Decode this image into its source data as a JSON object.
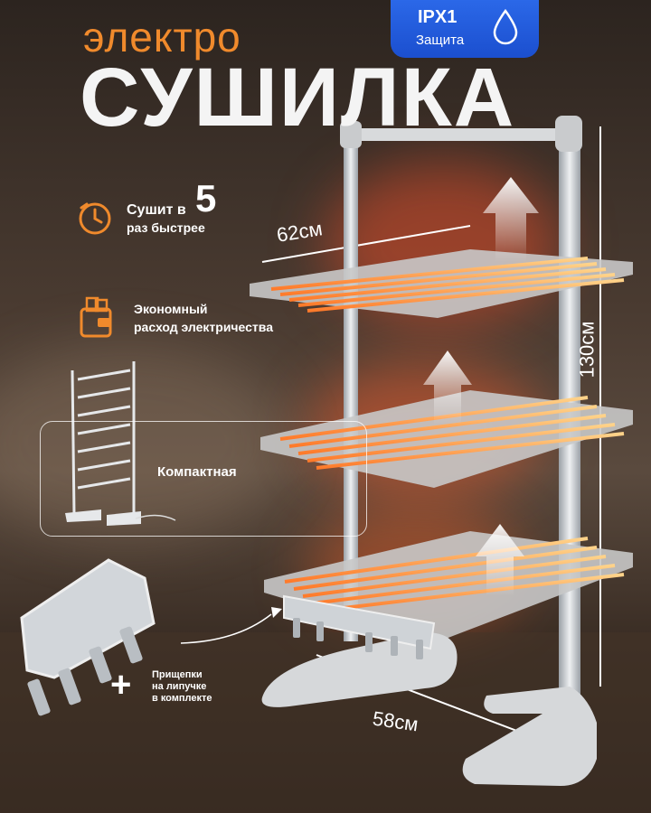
{
  "title": {
    "small": "электро",
    "big": "СУШИЛКА"
  },
  "badge": {
    "line1": "IPX1",
    "line2": "Защита",
    "icon": "water-drop-icon"
  },
  "features": {
    "speed": {
      "prefix": "Сушит в",
      "number": "5",
      "suffix": "раз быстрее",
      "icon": "timer-icon"
    },
    "economy": {
      "line1": "Экономный",
      "line2": "расход электричества",
      "icon": "wallet-icon"
    },
    "compact": {
      "label": "Компактная"
    },
    "clips": {
      "line1": "Прищепки",
      "line2": "на липучке",
      "line3": "в комплекте"
    }
  },
  "dimensions": {
    "width": "62см",
    "height": "130см",
    "depth": "58см"
  },
  "colors": {
    "accent": "#f08a2c",
    "badge": "#1f56d6",
    "heat": "#ff5a2a"
  }
}
